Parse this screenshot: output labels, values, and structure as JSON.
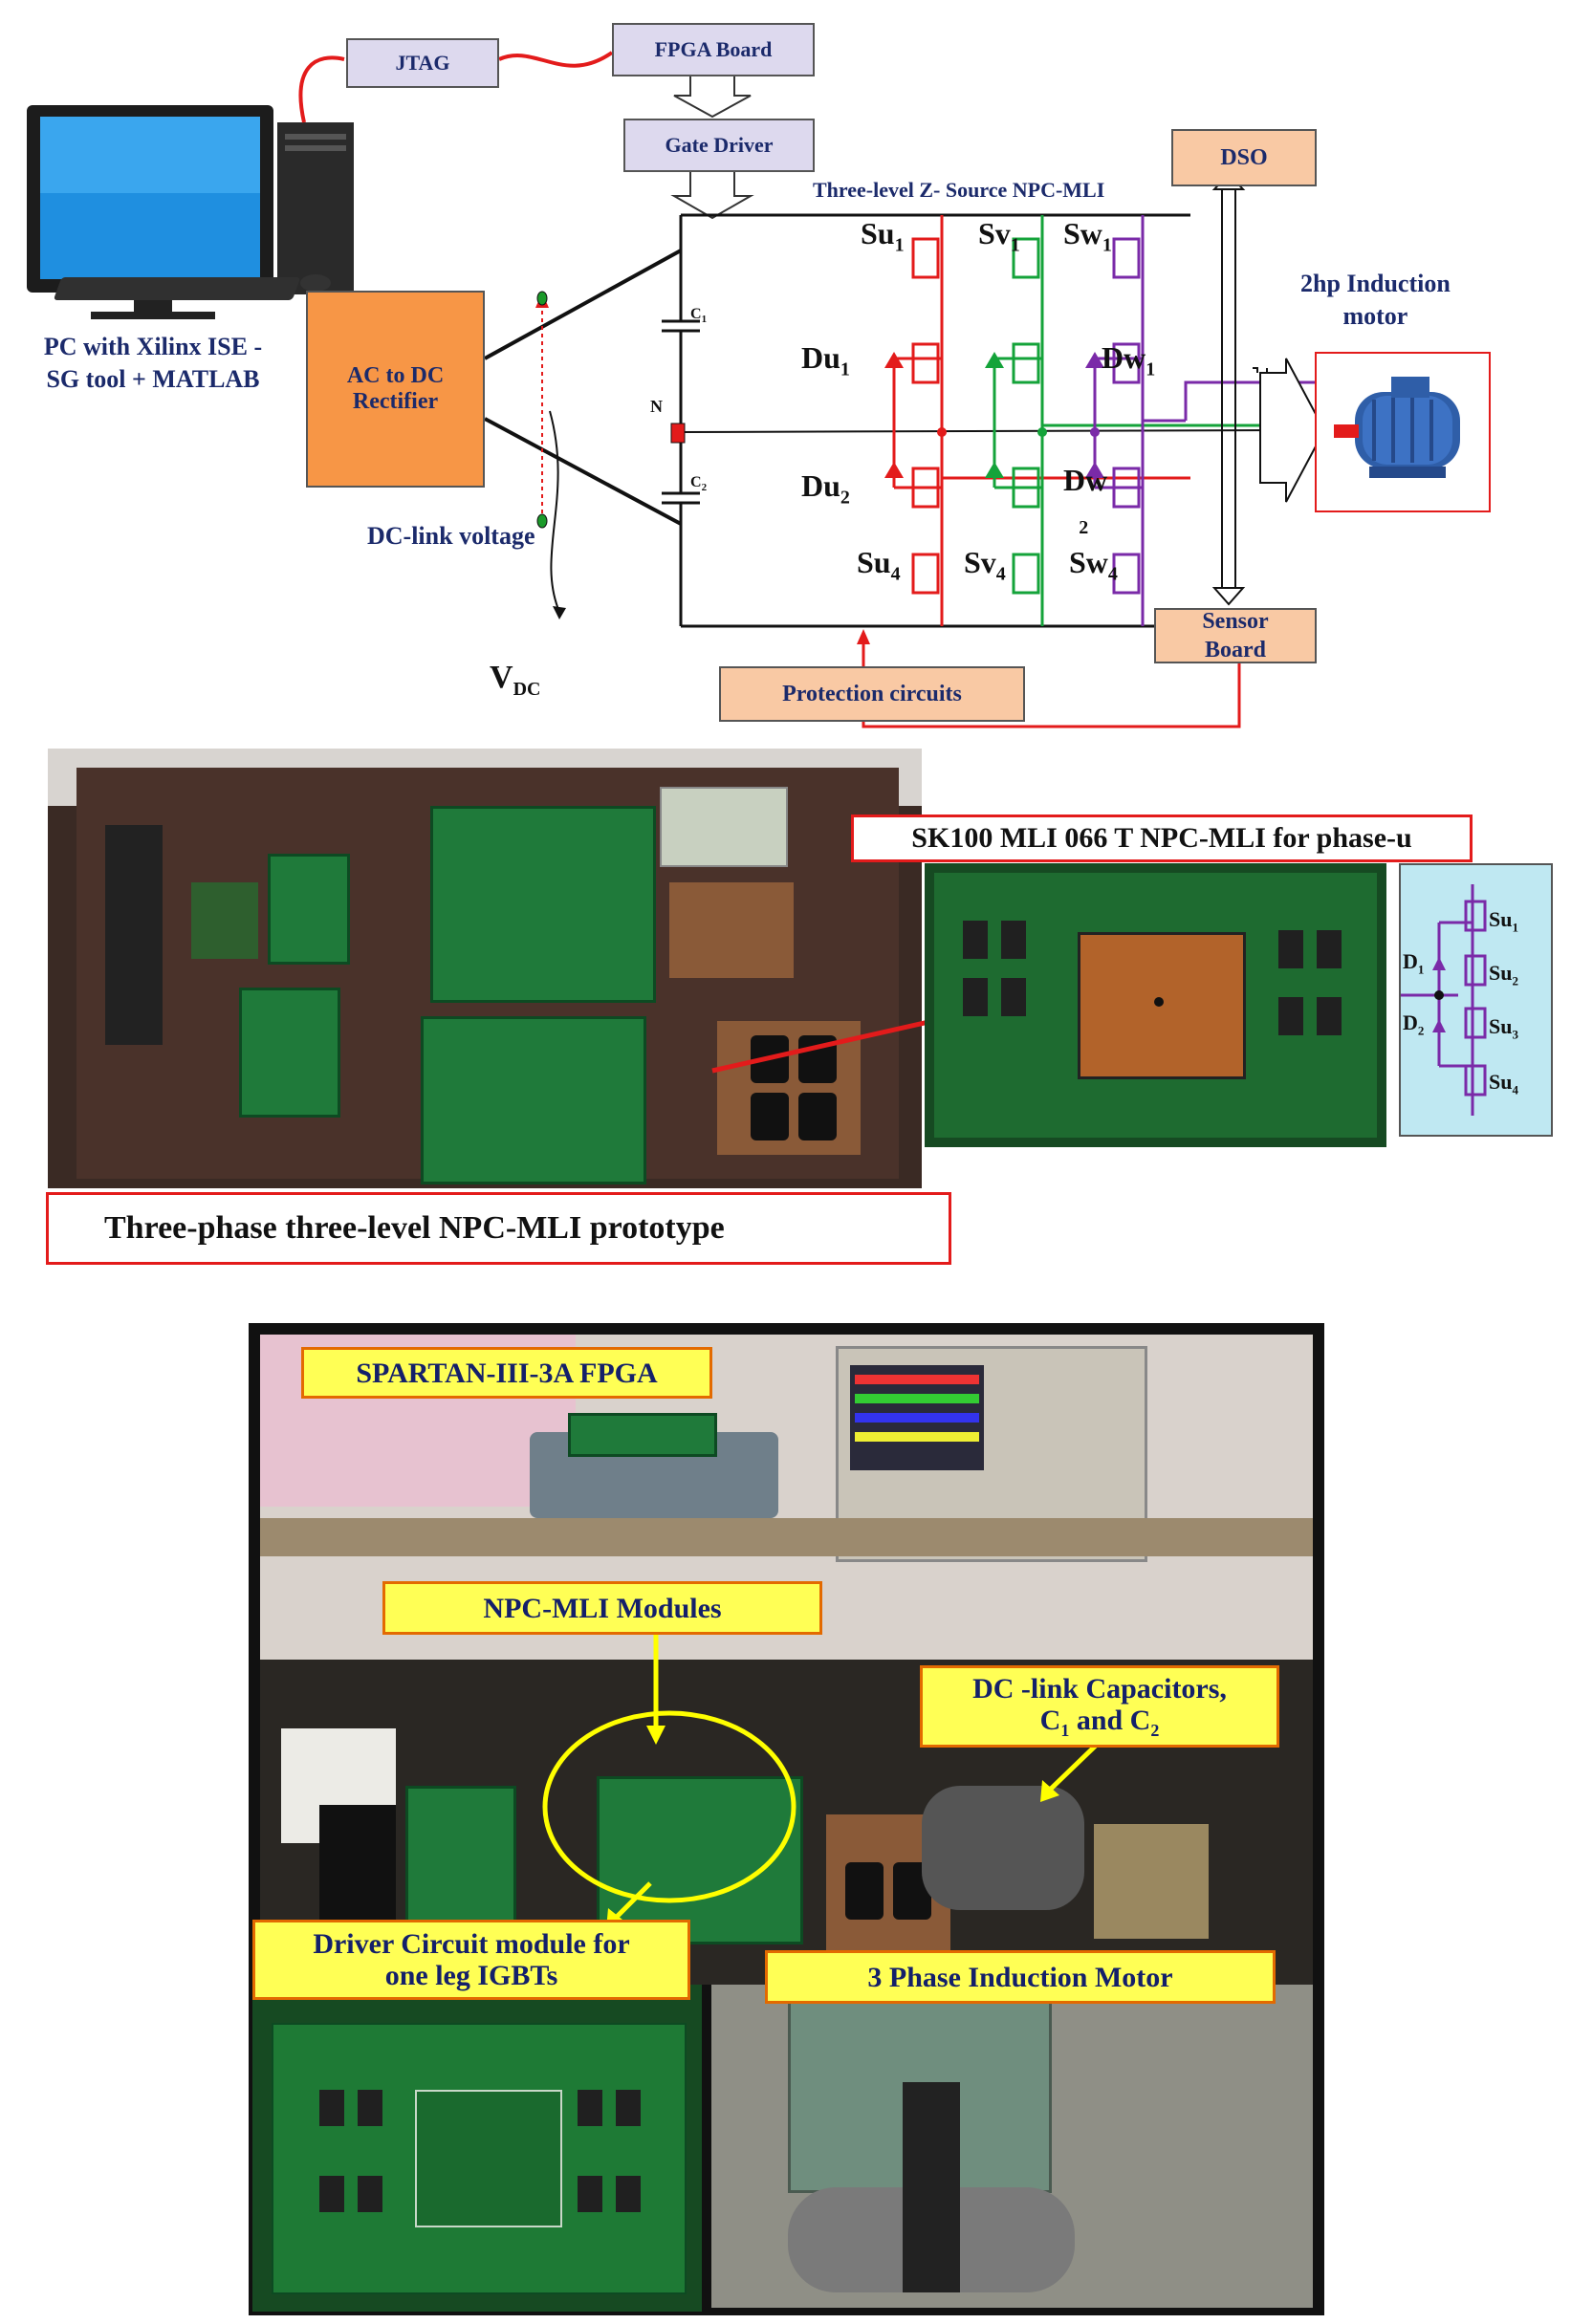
{
  "schematic": {
    "jtag": "JTAG",
    "fpga_board": "FPGA Board",
    "gate_driver": "Gate Driver",
    "topology_title": "Three-level Z- Source NPC-MLI",
    "dso": "DSO",
    "pc_caption_line1": "PC with Xilinx ISE -",
    "pc_caption_line2": "SG tool + MATLAB",
    "rectifier_line1": "AC to DC",
    "rectifier_line2": "Rectifier",
    "dc_link_voltage": "DC-link voltage",
    "vdc_main": "V",
    "vdc_sub": "DC",
    "c1": "C",
    "c1_sub": "1",
    "c2": "C",
    "c2_sub": "2",
    "neutral": "N",
    "switch_labels": {
      "su1": "Su",
      "su1_sub": "1",
      "sv1": "Sv",
      "sv1_sub": "1",
      "sw1": "Sw",
      "sw1_sub": "1",
      "du1": "Du",
      "du1_sub": "1",
      "dw1": "Dw",
      "dw1_sub": "1",
      "du2": "Du",
      "du2_sub": "2",
      "dw2": "Dw",
      "dw2_sub": "2",
      "su4": "Su",
      "su4_sub": "4",
      "sv4": "Sv",
      "sv4_sub": "4",
      "sw4": "Sw",
      "sw4_sub": "4"
    },
    "motor_label_line1": "2hp Induction",
    "motor_label_line2": "motor",
    "sensor_board_line1": "Sensor",
    "sensor_board_line2": "Board",
    "protection_circuits": "Protection circuits",
    "colors": {
      "phase_u": "#e31b1b",
      "phase_v": "#14a33a",
      "phase_w": "#7a2aa8",
      "navy": "#1b2a6b"
    }
  },
  "prototype": {
    "module_title": "SK100 MLI 066 T NPC-MLI for phase-u",
    "caption": "Three-phase three-level NPC-MLI prototype",
    "inset_labels": {
      "su1": "Su",
      "su1_sub": "1",
      "su2": "Su",
      "su2_sub": "2",
      "su3": "Su",
      "su3_sub": "3",
      "su4": "Su",
      "su4_sub": "4",
      "d1": "D",
      "d1_sub": "1",
      "d2": "D",
      "d2_sub": "2"
    }
  },
  "setup": {
    "fpga_label": "SPARTAN-III-3A FPGA",
    "npc_modules": "NPC-MLI Modules",
    "dc_link_caps_line1": "DC -link Capacitors,",
    "dc_link_caps_line2_a": "C",
    "dc_link_caps_line2_a_sub": "1",
    "dc_link_caps_line2_mid": " and C",
    "dc_link_caps_line2_b_sub": "2",
    "driver_line1": "Driver Circuit module for",
    "driver_line2": "one leg IGBTs",
    "motor": "3 Phase Induction Motor"
  }
}
